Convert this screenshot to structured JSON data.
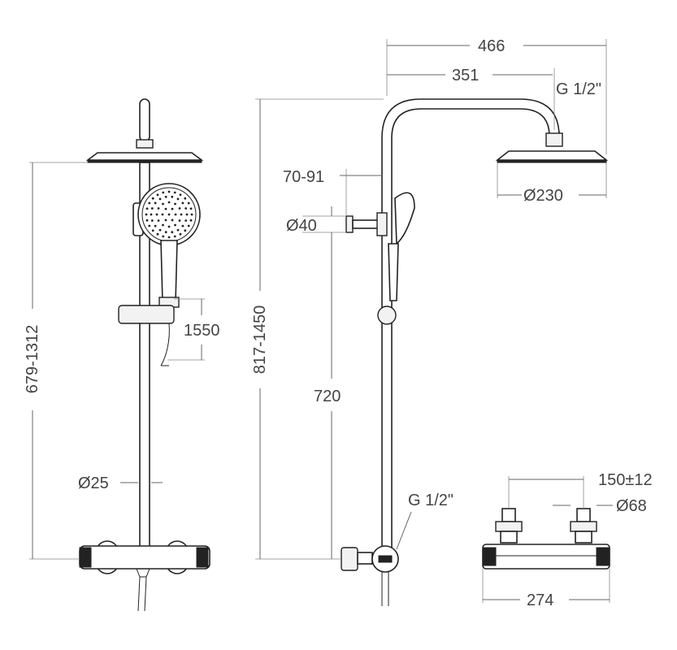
{
  "colors": {
    "line": "#222222",
    "dimension": "#666666",
    "text": "#444444",
    "background": "#ffffff"
  },
  "dimensions": {
    "front_total_height": "679-1312",
    "slide_rail_height": "1550",
    "pipe_diameter": "Ø25",
    "side_total_height": "817-1450",
    "arm_length_total": "466",
    "arm_length_inner": "351",
    "top_thread": "G 1/2\"",
    "overhead_diameter": "Ø230",
    "wall_bracket_offset": "70-91",
    "bracket_diameter": "Ø40",
    "mixer_to_bracket": "720",
    "bottom_thread": "G 1/2\"",
    "inlet_spacing": "150±12",
    "inlet_cover_diameter": "Ø68",
    "mixer_width": "274"
  }
}
